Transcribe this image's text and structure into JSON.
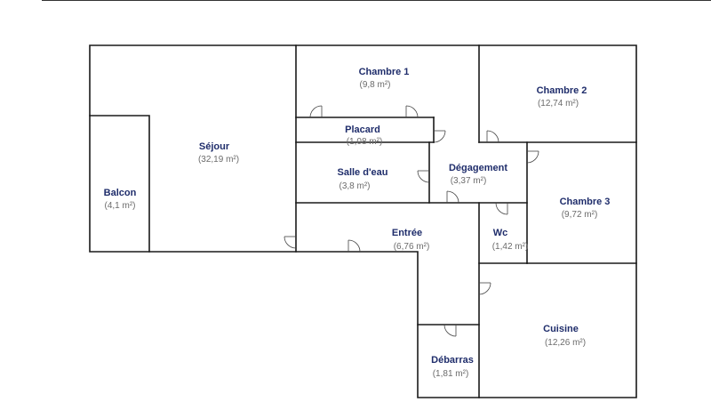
{
  "floorplan": {
    "rooms": [
      {
        "id": "balcon",
        "name": "Balcon",
        "area": "(4,1 m²)"
      },
      {
        "id": "sejour",
        "name": "Séjour",
        "area": "(32,19 m²)"
      },
      {
        "id": "chambre-1",
        "name": "Chambre 1",
        "area": "(9,8 m²)"
      },
      {
        "id": "placard",
        "name": "Placard",
        "area": "(1,08 m²)"
      },
      {
        "id": "chambre-2",
        "name": "Chambre 2",
        "area": "(12,74 m²)"
      },
      {
        "id": "salle-deau",
        "name": "Salle d'eau",
        "area": "(3,8 m²)"
      },
      {
        "id": "degagement",
        "name": "Dégagement",
        "area": "(3,37 m²)"
      },
      {
        "id": "chambre-3",
        "name": "Chambre 3",
        "area": "(9,72 m²)"
      },
      {
        "id": "entree",
        "name": "Entrée",
        "area": "(6,76 m²)"
      },
      {
        "id": "wc",
        "name": "Wc",
        "area": "(1,42 m²)"
      },
      {
        "id": "cuisine",
        "name": "Cuisine",
        "area": "(12,26 m²)"
      },
      {
        "id": "debarras",
        "name": "Débarras",
        "area": "(1,81 m²)"
      }
    ]
  }
}
